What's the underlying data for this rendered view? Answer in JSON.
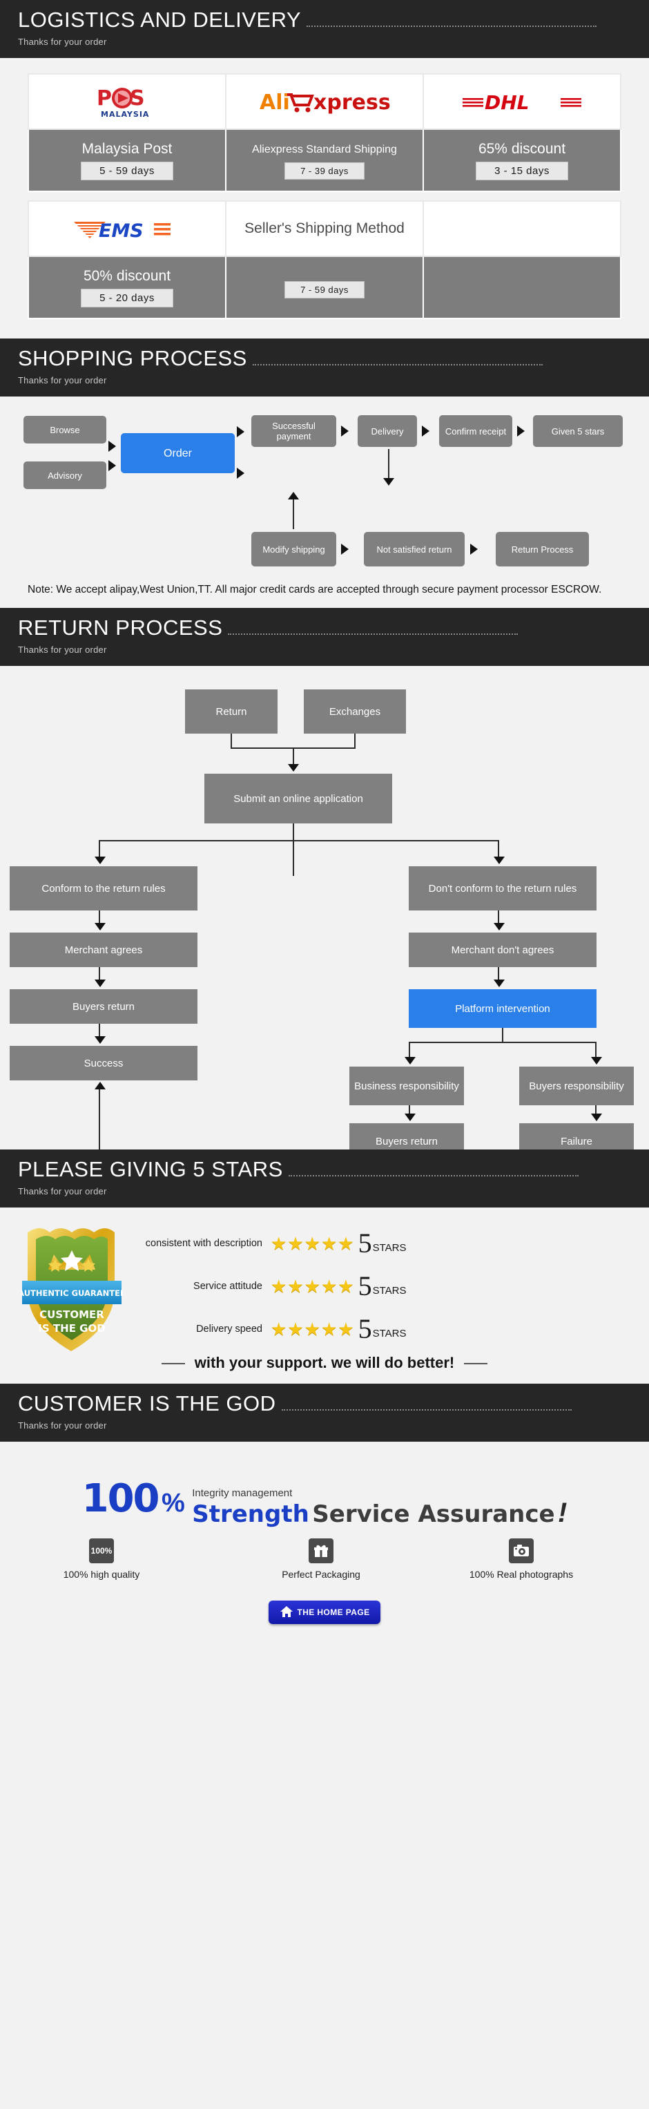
{
  "sections": [
    {
      "title": "LOGISTICS AND DELIVERY",
      "subtitle": "Thanks for your order"
    },
    {
      "title": "SHOPPING PROCESS",
      "subtitle": "Thanks for your order"
    },
    {
      "title": "RETURN PROCESS",
      "subtitle": "Thanks for your order"
    },
    {
      "title": "PLEASE GIVING 5 STARS",
      "subtitle": "Thanks for your order"
    },
    {
      "title": "CUSTOMER IS THE GOD",
      "subtitle": "Thanks for your order"
    }
  ],
  "shipping": {
    "row1": [
      {
        "logo": "pos-malaysia-logo",
        "logo_text": "POS",
        "logo_sub": "MALAYSIA",
        "name": "Malaysia Post",
        "days": "5 - 59  days"
      },
      {
        "logo": "aliexpress-logo",
        "logo_text": "AliExpress",
        "name": "Aliexpress Standard Shipping",
        "days": "7 - 39  days"
      },
      {
        "logo": "dhl-logo",
        "logo_text": "DHL",
        "name": "65% discount",
        "days": "3 - 15  days"
      }
    ],
    "row2": [
      {
        "logo": "ems-logo",
        "logo_text": "EMS",
        "name": "50% discount",
        "days": "5 - 20  days"
      },
      {
        "logo": "",
        "logo_text": "Seller's Shipping Method",
        "name": "",
        "days": "7 - 59  days"
      },
      {
        "logo": "",
        "logo_text": "",
        "name": "",
        "days": ""
      }
    ]
  },
  "shopping_flow": {
    "boxes": [
      {
        "id": "browse",
        "label": "Browse"
      },
      {
        "id": "advisory",
        "label": "Advisory"
      },
      {
        "id": "order",
        "label": "Order",
        "color": "#2a7fe8"
      },
      {
        "id": "successful-payment",
        "label": "Successful payment"
      },
      {
        "id": "delivery",
        "label": "Delivery"
      },
      {
        "id": "confirm-receipt",
        "label": "Confirm receipt"
      },
      {
        "id": "given-5-stars",
        "label": "Given 5 stars"
      },
      {
        "id": "modify-shipping",
        "label": "Modify shipping"
      },
      {
        "id": "not-satisfied-return",
        "label": "Not satisfied return"
      },
      {
        "id": "return-process",
        "label": "Return Process"
      }
    ],
    "note": "Note: We accept alipay,West Union,TT. All major credit cards are accepted through secure payment processor ESCROW."
  },
  "return_flow": {
    "boxes": [
      {
        "id": "return",
        "label": "Return"
      },
      {
        "id": "exchanges",
        "label": "Exchanges"
      },
      {
        "id": "submit-application",
        "label": "Submit an online application"
      },
      {
        "id": "conform-rules",
        "label": "Conform to the return rules"
      },
      {
        "id": "dont-conform-rules",
        "label": "Don't conform to the return rules"
      },
      {
        "id": "merchant-agrees",
        "label": "Merchant agrees"
      },
      {
        "id": "merchant-dont-agrees",
        "label": "Merchant don't agrees"
      },
      {
        "id": "buyers-return-left",
        "label": "Buyers return"
      },
      {
        "id": "platform-intervention",
        "label": "Platform intervention",
        "color": "#2a7fe8"
      },
      {
        "id": "success",
        "label": "Success"
      },
      {
        "id": "business-responsibility",
        "label": "Business responsibility"
      },
      {
        "id": "buyers-responsibility",
        "label": "Buyers responsibility"
      },
      {
        "id": "buyers-return-right",
        "label": "Buyers return"
      },
      {
        "id": "failure",
        "label": "Failure"
      }
    ]
  },
  "ratings": {
    "shield": {
      "ribbon": "AUTHENTIC GUARANTEE",
      "line1": "CUSTOMER",
      "line2": "IS THE GOD"
    },
    "rows": [
      {
        "label": "consistent with description",
        "stars": 5,
        "score": "5",
        "unit": "STARS"
      },
      {
        "label": "Service attitude",
        "stars": 5,
        "score": "5",
        "unit": "STARS"
      },
      {
        "label": "Delivery speed",
        "stars": 5,
        "score": "5",
        "unit": "STARS"
      }
    ],
    "support_line": "with your support. we will do better!"
  },
  "guarantee": {
    "percent": "100",
    "percent_symbol": "%",
    "integrity": "Integrity management",
    "strength": "Strength",
    "service": "Service Assurance",
    "exclaim": "!",
    "features": [
      {
        "icon": "percent-badge-icon",
        "icon_text": "100%",
        "label": "100% high quality"
      },
      {
        "icon": "gift-box-icon",
        "icon_text": "",
        "label": "Perfect Packaging"
      },
      {
        "icon": "camera-icon",
        "icon_text": "",
        "label": "100% Real photographs"
      }
    ],
    "home_button": {
      "icon": "house-icon",
      "label": "THE HOME PAGE"
    }
  },
  "colors": {
    "banner_bg": "#262626",
    "box_gray": "#808080",
    "accent_blue": "#2a7fe8",
    "page_bg": "#f2f2f2",
    "cell_gray": "#7d7d7d"
  }
}
